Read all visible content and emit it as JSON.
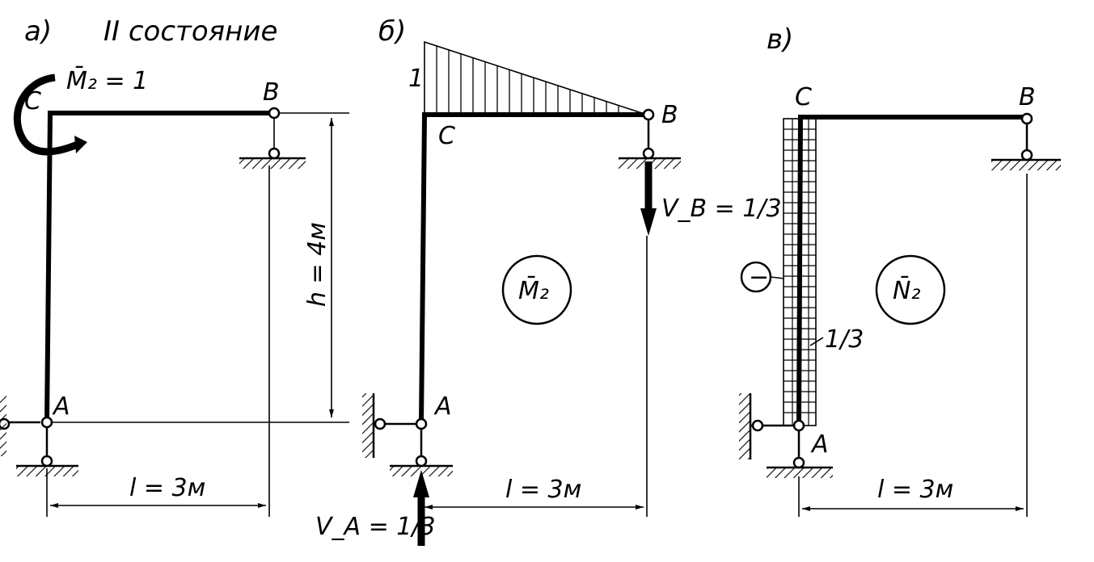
{
  "panel_a": {
    "tag": "а)",
    "state": "II состояние",
    "moment_label": "M̄₂ = 1",
    "node_c": "C",
    "node_b": "B",
    "node_a": "A",
    "height_dim": "h = 4м",
    "span_dim": "l = 3м"
  },
  "panel_b": {
    "tag": "б)",
    "ordinate": "1",
    "node_c": "C",
    "node_b": "B",
    "node_a": "A",
    "reaction_b": "V_B = 1/3",
    "reaction_a": "V_A = 1/3",
    "diagram_name": "M̄₂",
    "span_dim": "l = 3м"
  },
  "panel_c": {
    "tag": "в)",
    "node_c": "C",
    "node_b": "B",
    "node_a": "A",
    "sign": "−",
    "value": "1/3",
    "diagram_name": "N̄₂",
    "span_dim": "l = 3м"
  }
}
